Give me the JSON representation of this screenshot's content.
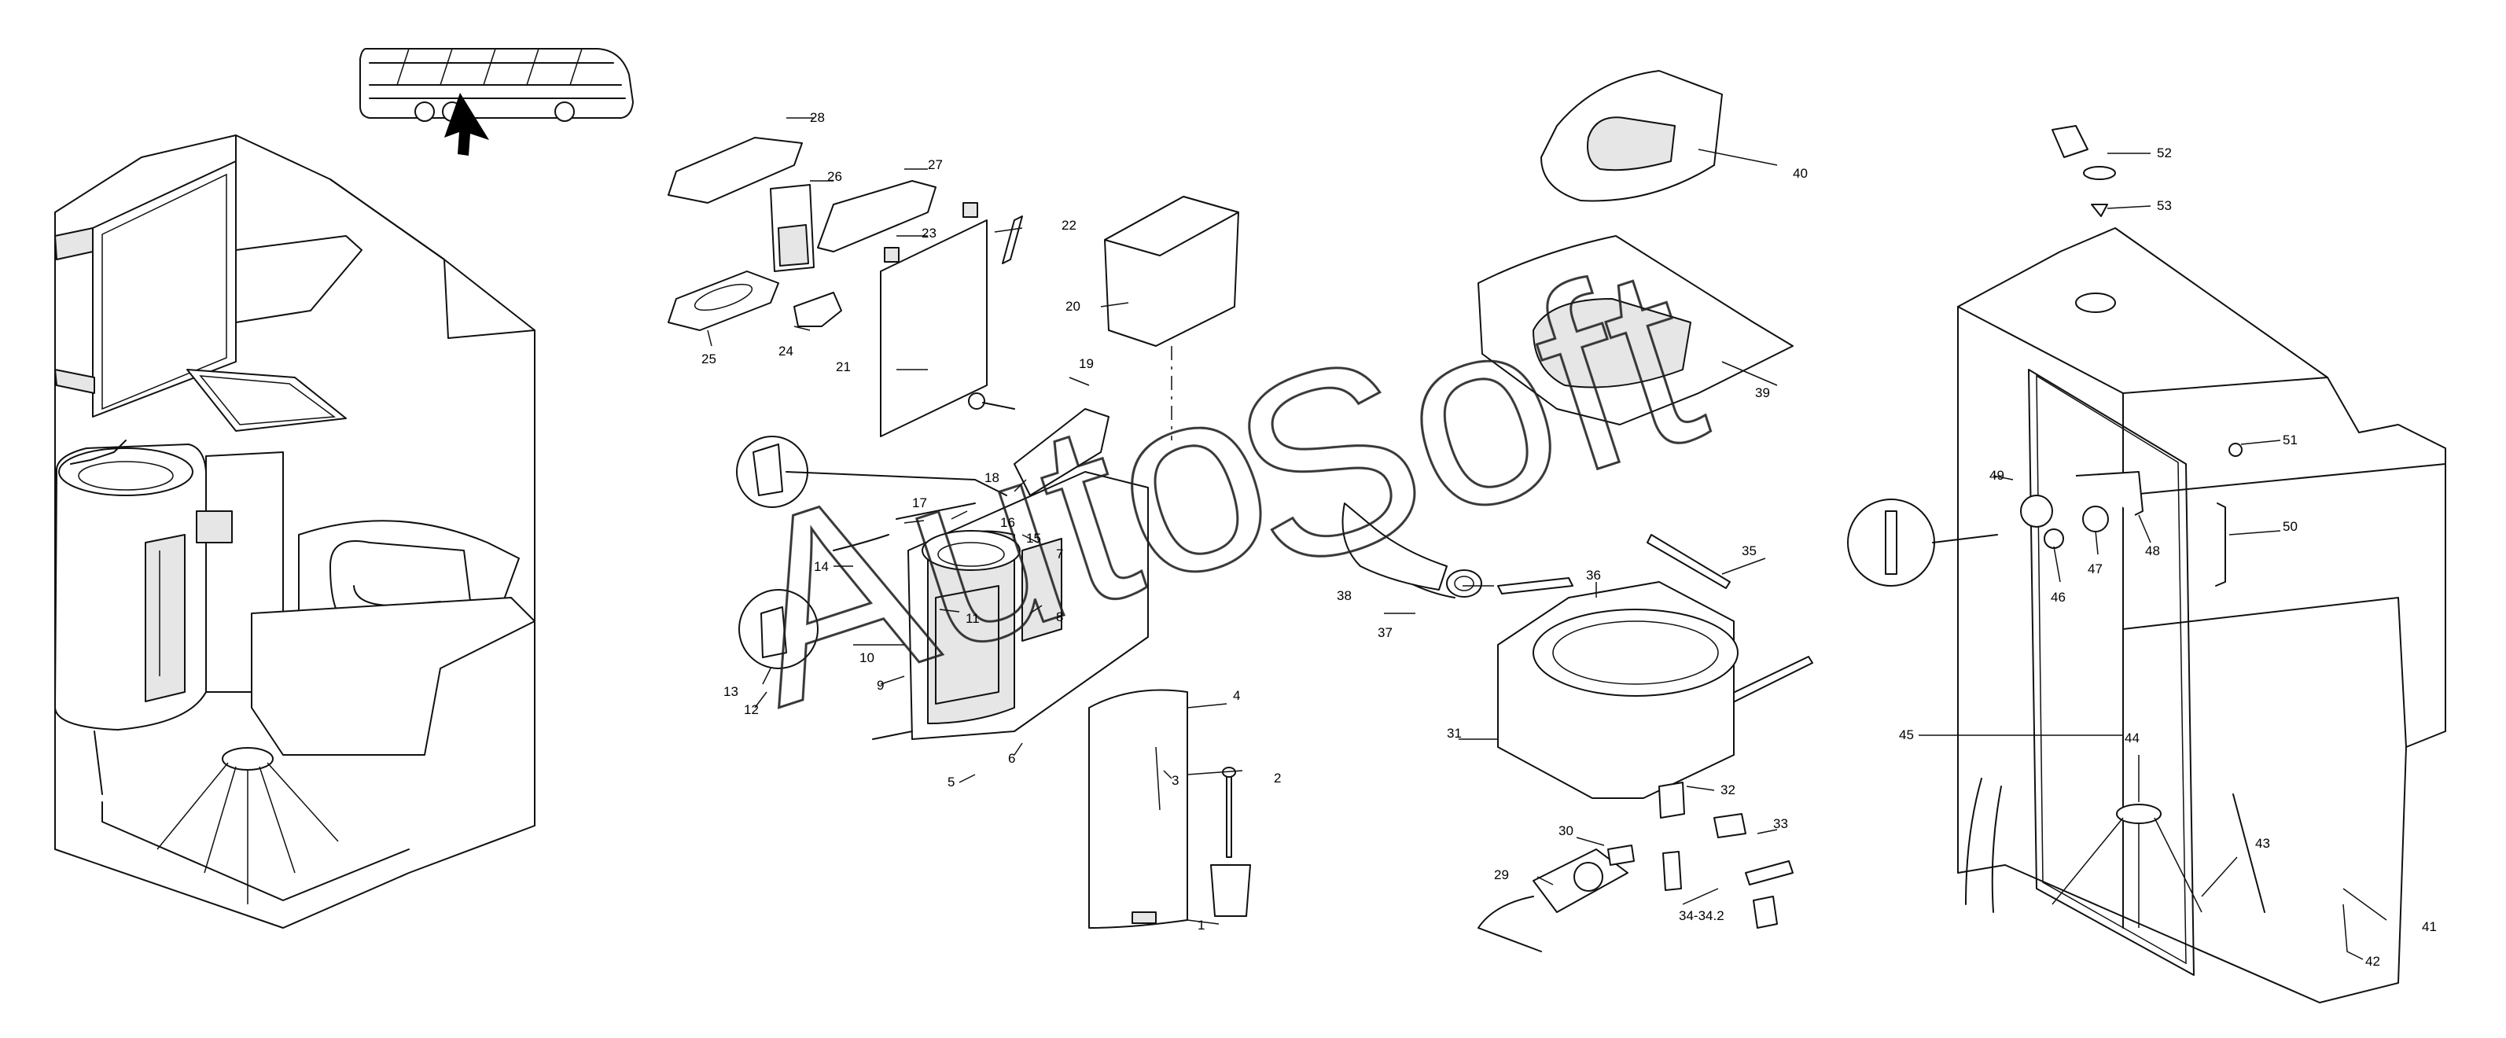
{
  "watermark": {
    "part1": "Auto",
    "part2": "Soft"
  },
  "callouts": {
    "c1": "1",
    "c2": "2",
    "c3": "3",
    "c4": "4",
    "c5": "5",
    "c6": "6",
    "c7": "7",
    "c8": "8",
    "c9": "9",
    "c10": "10",
    "c11": "11",
    "c12": "12",
    "c13": "13",
    "c14": "14",
    "c15": "15",
    "c16": "16",
    "c17": "17",
    "c18": "18",
    "c19": "19",
    "c20": "20",
    "c21": "21",
    "c22": "22",
    "c23": "23",
    "c24": "24",
    "c25": "25",
    "c26": "26",
    "c27": "27",
    "c28": "28",
    "c29": "29",
    "c30": "30",
    "c31": "31",
    "c32": "32",
    "c33": "33",
    "c34": "34-34.2",
    "c35": "35",
    "c36": "36",
    "c37": "37",
    "c38": "38",
    "c39": "39",
    "c40": "40",
    "c41": "41",
    "c42": "42",
    "c43": "43",
    "c44": "44",
    "c45": "45",
    "c46": "46",
    "c47": "47",
    "c48": "48",
    "c49": "49",
    "c50": "50",
    "c51": "51",
    "c52": "52",
    "c53": "53"
  }
}
